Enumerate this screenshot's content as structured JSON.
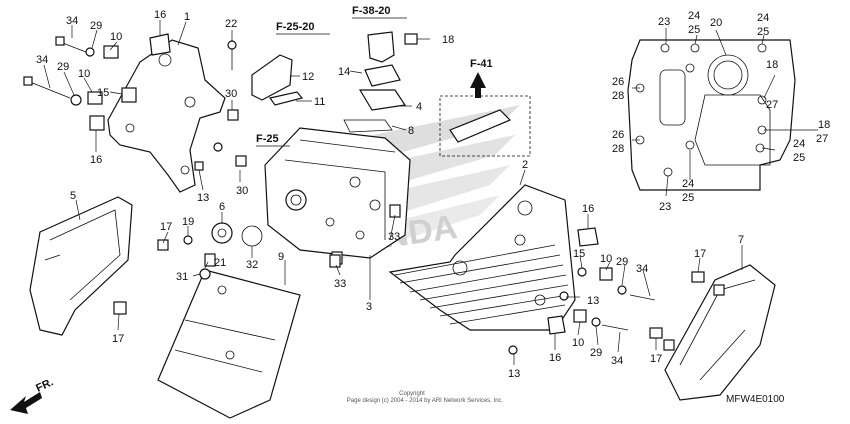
{
  "diagram": {
    "refs": {
      "f2520": "F-25-20",
      "f3820": "F-38-20",
      "f25": "F-25",
      "f41": "F-41"
    },
    "code": "MFW4E0100",
    "copyright_1": "Copyright",
    "copyright_2": "Page design (c) 2004 - 2014 by ARI Network Services, Inc.",
    "callouts": {
      "c34a": "34",
      "c29a": "29",
      "c10a": "10",
      "c16a": "16",
      "c1": "1",
      "c22": "22",
      "c12": "12",
      "c11": "11",
      "c30a": "30",
      "c30b": "30",
      "c34b": "34",
      "c29b": "29",
      "c10b": "10",
      "c15a": "15",
      "c16b": "16",
      "c13a": "13",
      "c14": "14",
      "c18a": "18",
      "c4": "4",
      "c8": "8",
      "c2": "2",
      "c5": "5",
      "c6": "6",
      "c17a": "17",
      "c19": "19",
      "c21": "21",
      "c31": "31",
      "c32": "32",
      "c9": "9",
      "c33a": "33",
      "c33b": "33",
      "c3": "3",
      "c16c": "16",
      "c15b": "15",
      "c13b": "13",
      "c10c": "10",
      "c29c": "29",
      "c34c": "34",
      "c16d": "16",
      "c10d": "10",
      "c29d": "29",
      "c34d": "34",
      "c13c": "13",
      "c17b": "17",
      "c7": "7",
      "c17c": "17",
      "c17d": "17",
      "c23a": "23",
      "c24a": "24",
      "c25a": "25",
      "c20": "20",
      "c24b": "24",
      "c25b": "25",
      "c26a": "26",
      "c28a": "28",
      "c18b": "18",
      "c27a": "27",
      "c26b": "26",
      "c28b": "28",
      "c18c": "18",
      "c27b": "27",
      "c24c": "24",
      "c25c": "25",
      "c23b": "23",
      "c24d": "24",
      "c25d": "25"
    },
    "fr_label": "FR."
  }
}
